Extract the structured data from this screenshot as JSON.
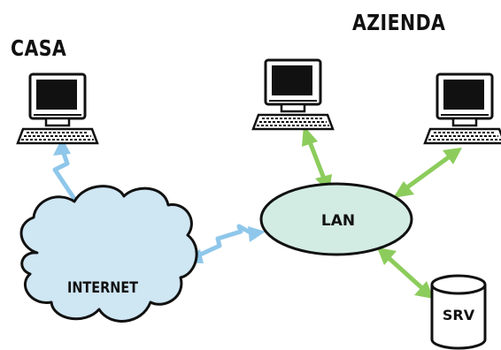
{
  "labels": {
    "home": "CASA",
    "company": "AZIENDA",
    "internet": "INTERNET",
    "lan": "LAN",
    "server": "SRV"
  },
  "icons": {
    "computer": "desktop-computer-icon",
    "server": "database-cylinder-icon",
    "cloud": "internet-cloud",
    "wireless_link": "zigzag-double-arrow",
    "lan_link": "double-arrow"
  },
  "colors": {
    "cloud_fill": "#cfe6f3",
    "lan_fill": "#d3ece3",
    "wireless_link": "#8fc7ea",
    "lan_link": "#8ccc5c",
    "outline": "#111111"
  }
}
